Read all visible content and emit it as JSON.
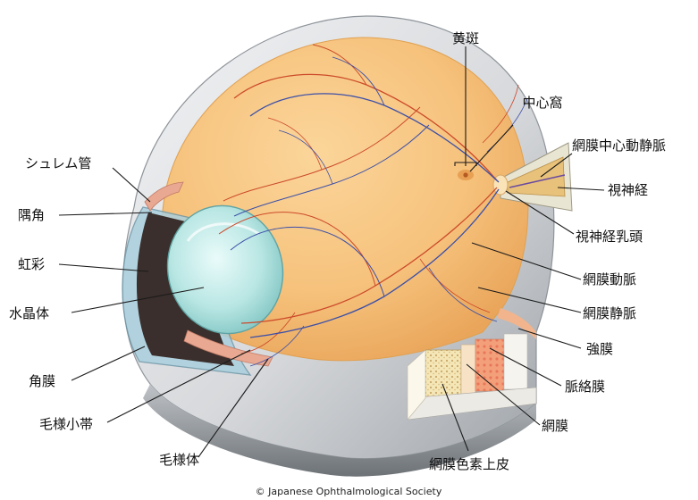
{
  "labels": {
    "macula": "黄斑",
    "fovea": "中心窩",
    "central_retinal_vessels": "網膜中心動静脈",
    "optic_nerve": "視神経",
    "optic_disc": "視神経乳頭",
    "retinal_artery": "網膜動脈",
    "retinal_vein": "網膜静脈",
    "sclera": "強膜",
    "choroid": "脈絡膜",
    "retina": "網膜",
    "rpe": "網膜色素上皮",
    "schlemm_canal": "シュレム管",
    "angle": "隅角",
    "iris": "虹彩",
    "lens": "水晶体",
    "cornea": "角膜",
    "zonule": "毛様小帯",
    "ciliary_body": "毛様体"
  },
  "credit": "© Japanese Ophthalmological Society",
  "colors": {
    "fundus": "#f6c27c",
    "fundus_edge": "#e9a85a",
    "sclera": "#dfe1e4",
    "choroid": "#f1a27e",
    "retina_layer": "#f2d7b3",
    "lens": "#bfe9e6",
    "cornea": "#9fc7d6",
    "iris": "#3a2f2c",
    "artery": "#cc4a2a",
    "vein": "#3c4fa8",
    "optic_nerve": "#e8d6a0"
  }
}
